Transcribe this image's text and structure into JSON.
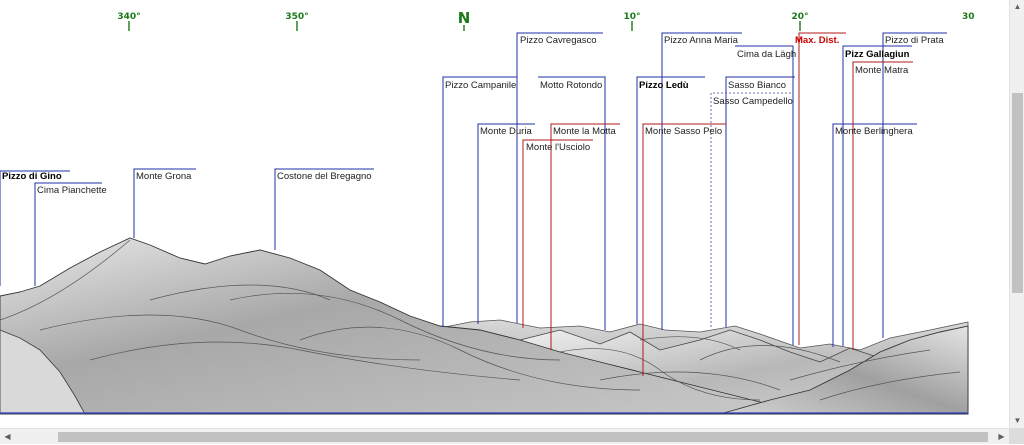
{
  "compass": {
    "ticks": [
      {
        "label": "340°"
      },
      {
        "label": "350°"
      },
      {
        "label": "N",
        "north": true
      },
      {
        "label": "10°"
      },
      {
        "label": "20°"
      },
      {
        "label": "30"
      }
    ]
  },
  "peaks": [
    {
      "name": "Pizzo di Gino",
      "bold": true
    },
    {
      "name": "Cima Pianchette"
    },
    {
      "name": "Monte Grona"
    },
    {
      "name": "Costone del Bregagno"
    },
    {
      "name": "Pizzo Campanile"
    },
    {
      "name": "Monte Duria"
    },
    {
      "name": "Pizzo Cavregasco"
    },
    {
      "name": "Monte l'Usciolo",
      "red": true
    },
    {
      "name": "Monte la Motta",
      "red": true
    },
    {
      "name": "Motto Rotondo"
    },
    {
      "name": "Pizzo Ledù",
      "bold": true
    },
    {
      "name": "Monte Sasso Pelo",
      "red": true
    },
    {
      "name": "Pizzo Anna Maria"
    },
    {
      "name": "Sasso Campedello",
      "dotted": true
    },
    {
      "name": "Sasso Bianco"
    },
    {
      "name": "Cima da Lägh"
    },
    {
      "name": "Max. Dist.",
      "maxdist": true
    },
    {
      "name": "Monte Berlinghera"
    },
    {
      "name": "Pizz Gallagiun",
      "bold": true
    },
    {
      "name": "Monte Matra",
      "red": true
    },
    {
      "name": "Pizzo di Prata"
    }
  ],
  "colors": {
    "leader_blue": "#2030a8",
    "leader_red": "#b01818",
    "compass_green": "#1a7a1a",
    "horizon_line": "#3040c0"
  }
}
